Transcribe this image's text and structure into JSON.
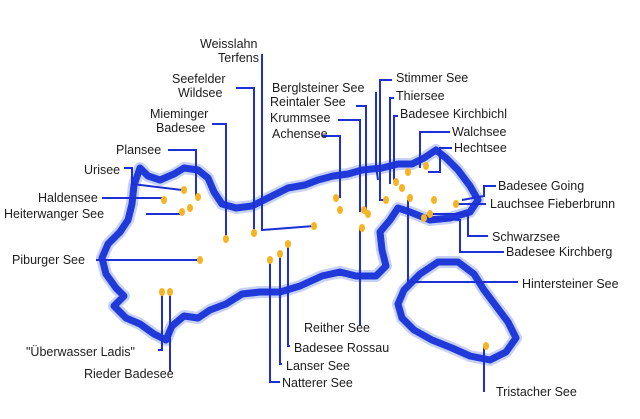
{
  "map": {
    "labels": {
      "weisslahn": "Weisslahn",
      "terfens": "Terfens",
      "seefelder": "Seefelder",
      "wildsee": "Wildsee",
      "mieminger": "Mieminger",
      "badesee": "Badesee",
      "plansee": "Plansee",
      "urisee": "Urisee",
      "haldensee": "Haldensee",
      "heiterwanger": "Heiterwanger See",
      "piburger": "Piburger See",
      "ueberwasser": "\"Überwasser Ladis\"",
      "rieder": "Rieder Badesee",
      "bergl": "Berglsteiner See",
      "reintaler": "Reintaler See",
      "krumm": "Krummsee",
      "achen": "Achensee",
      "stimmer": "Stimmer See",
      "thier": "Thiersee",
      "kirchbichl": "Badesee Kirchbichl",
      "walch": "Walchsee",
      "hecht": "Hechtsee",
      "going": "Badesee Going",
      "lauch": "Lauchsee Fieberbrunn",
      "schwarz": "Schwarzsee",
      "kirchberg": "Badesee Kirchberg",
      "hinterst": "Hintersteiner See",
      "reither": "Reither See",
      "rossau": "Badesee Rossau",
      "lanser": "Lanser See",
      "natterer": "Natterer See",
      "tristach": "Tristacher See"
    }
  }
}
